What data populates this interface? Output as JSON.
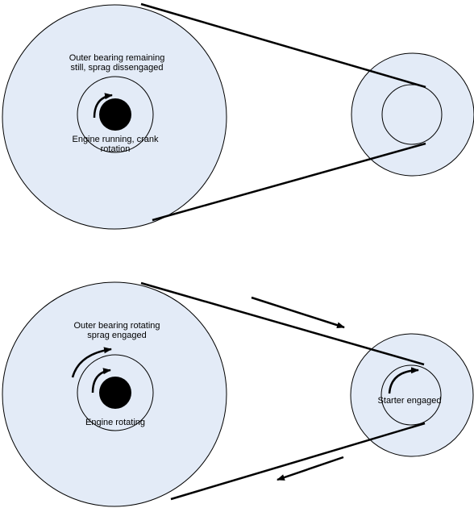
{
  "colors": {
    "pulley_fill": "#e3ebf7",
    "stroke": "#000000",
    "hub": "#000000",
    "background": "#ffffff"
  },
  "diagram_top": {
    "outer_label_line1": "Outer bearing remaining",
    "outer_label_line2": "still, sprag dissengaged",
    "inner_label_line1": "Engine running, crank",
    "inner_label_line2": "rotation"
  },
  "diagram_bottom": {
    "outer_label_line1": "Outer bearing rotating",
    "outer_label_line2": "sprag engaged",
    "inner_label": "Engine rotating",
    "starter_label": "Starter engaged"
  },
  "icons": {
    "rotation_arrow": "curved-arrow",
    "belt_direction_arrow": "straight-arrow"
  }
}
